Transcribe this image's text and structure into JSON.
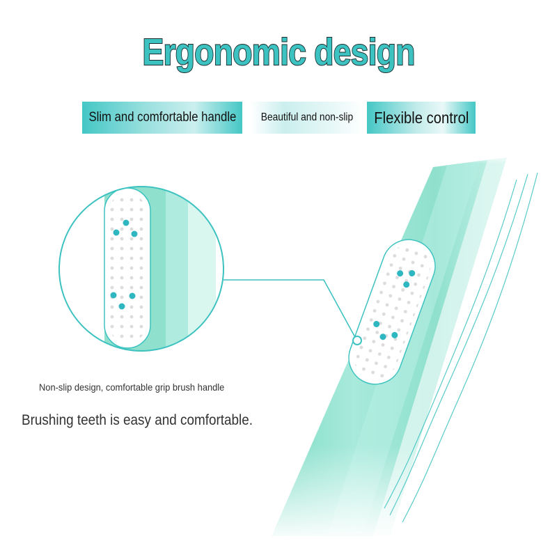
{
  "title": "Ergonomic design",
  "features": [
    {
      "label": "Slim and comfortable handle"
    },
    {
      "label": "Beautiful and non-slip"
    },
    {
      "label": "Flexible control"
    }
  ],
  "captions": {
    "line1": "Non-slip design, comfortable grip brush handle",
    "line2": "Brushing teeth is easy and comfortable."
  },
  "colors": {
    "accent": "#3cc2c0",
    "handle": "#9ee6d4",
    "grip_pad": "#ffffff",
    "text_dark": "#333333"
  },
  "icons": {
    "product": "toothbrush-handle-illustration",
    "magnifier": "magnified-grip-circle"
  }
}
